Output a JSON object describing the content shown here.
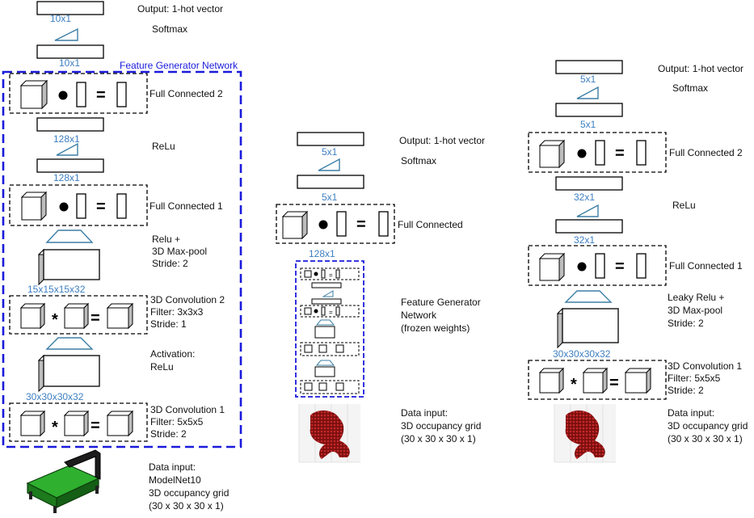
{
  "left": {
    "output": "Output: 1-hot vector",
    "softmax": "Softmax",
    "dim_10_top": "10x1",
    "dim_10_bottom": "10x1",
    "title": "Feature Generator Network",
    "fc2": "Full Connected 2",
    "dim_128_top": "128x1",
    "relu": "ReLu",
    "dim_128_bottom": "128x1",
    "fc1": "Full Connected 1",
    "pool": [
      "Relu +",
      "3D Max-pool",
      "Stride: 2"
    ],
    "dim_15": "15x15x15x32",
    "conv2": [
      "3D Convolution 2",
      "Filter: 3x3x3",
      "Stride: 1"
    ],
    "activation": [
      "Activation:",
      "ReLu"
    ],
    "dim_30": "30x30x30x32",
    "conv1": [
      "3D Convolution 1",
      "Filter: 5x5x5",
      "Stride: 2"
    ],
    "input": [
      "Data input:",
      "ModelNet10",
      "3D occupancy grid",
      "(30 x 30 x 30 x 1)"
    ]
  },
  "middle": {
    "output": "Output: 1-hot vector",
    "softmax": "Softmax",
    "dim_5_top": "5x1",
    "dim_5_bottom": "5x1",
    "fc": "Full Connected",
    "dim_128": "128x1",
    "frozen": [
      "Feature Generator",
      "Network",
      "(frozen weights)"
    ],
    "input": [
      "Data input:",
      "3D occupancy grid",
      "(30 x 30 x 30 x 1)"
    ]
  },
  "right": {
    "output": "Output: 1-hot vector",
    "softmax": "Softmax",
    "dim_5_top": "5x1",
    "dim_5_bottom": "5x1",
    "fc2": "Full Connected 2",
    "dim_32_top": "32x1",
    "relu": "ReLu",
    "dim_32_bottom": "32x1",
    "fc1": "Full Connected 1",
    "pool": [
      "Leaky Relu +",
      "3D Max-pool",
      "Stride: 2"
    ],
    "dim_30": "30x30x30x32",
    "conv1": [
      "3D Convolution 1",
      "Filter: 5x5x5",
      "Stride: 2"
    ],
    "input": [
      "Data input:",
      "3D occupancy grid",
      "(30 x 30 x 30 x 1)"
    ]
  },
  "colors": {
    "dimension_text": "#3d7fc1",
    "network_box": "#1a1adb",
    "triangle": "#3d7fa6",
    "bed_top": "#2fb02f",
    "occupancy": "#9b1414"
  }
}
